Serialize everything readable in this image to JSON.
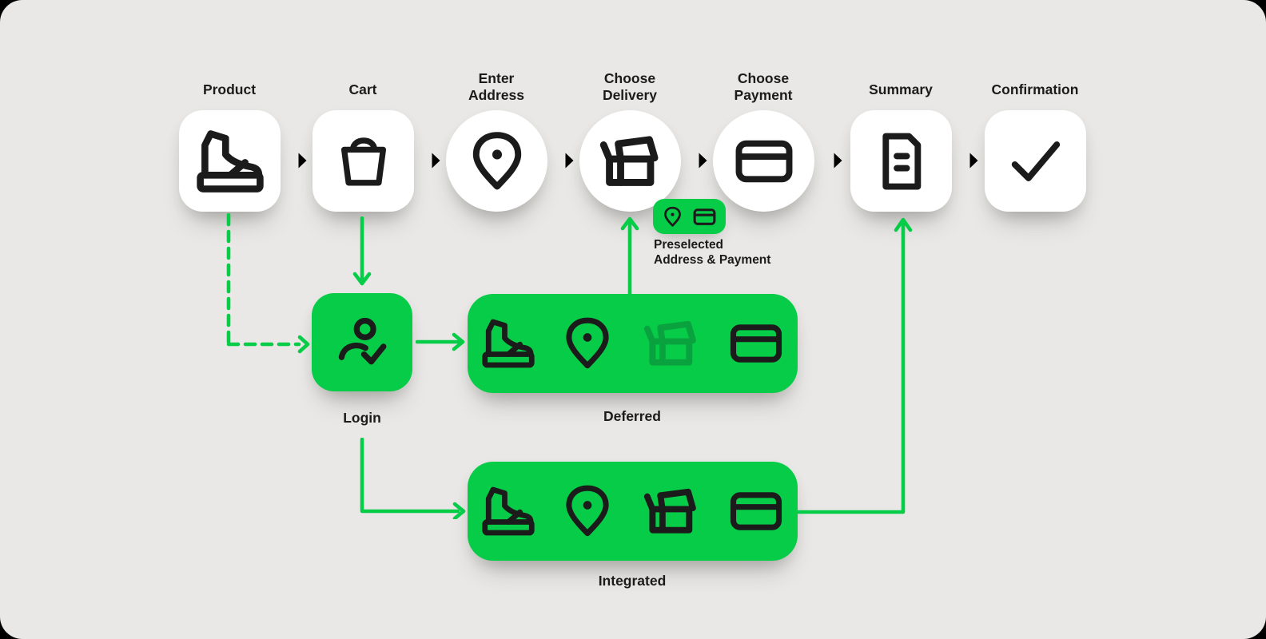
{
  "diagram_title": "checkout-flow",
  "colors": {
    "background": "#e9e8e6",
    "outside": "#000000",
    "node_background": "#ffffff",
    "green": "#07cc48",
    "green_muted_icon": "#09a23f",
    "ink": "#1b1b1b"
  },
  "flow": {
    "steps": [
      {
        "id": "product",
        "label": "Product",
        "icon": "sneaker-icon",
        "shape": "rounded-square"
      },
      {
        "id": "cart",
        "label": "Cart",
        "icon": "shopping-bag-icon",
        "shape": "rounded-square"
      },
      {
        "id": "enter-address",
        "label": "Enter Address",
        "icon": "location-pin-icon",
        "shape": "circle"
      },
      {
        "id": "choose-delivery",
        "label": "Choose Delivery",
        "icon": "open-box-icon",
        "shape": "circle"
      },
      {
        "id": "choose-payment",
        "label": "Choose Payment",
        "icon": "credit-card-icon",
        "shape": "circle"
      },
      {
        "id": "summary",
        "label": "Summary",
        "icon": "document-icon",
        "shape": "rounded-square"
      },
      {
        "id": "confirmation",
        "label": "Confirmation",
        "icon": "checkmark-icon",
        "shape": "rounded-square"
      }
    ],
    "login": {
      "label": "Login",
      "icon": "user-check-icon"
    },
    "preselected": {
      "lines": [
        "Preselected",
        "Address & Payment"
      ],
      "icons": [
        "location-pin-icon",
        "credit-card-icon"
      ]
    },
    "deferred": {
      "label": "Deferred",
      "icons": [
        "sneaker-icon",
        "location-pin-icon",
        "open-box-icon",
        "credit-card-icon"
      ],
      "muted_icon": "open-box-icon"
    },
    "integrated": {
      "label": "Integrated",
      "icons": [
        "sneaker-icon",
        "location-pin-icon",
        "open-box-icon",
        "credit-card-icon"
      ]
    },
    "edges": [
      {
        "from": "product",
        "to": "cart",
        "style": "solid",
        "color": "ink"
      },
      {
        "from": "cart",
        "to": "enter-address",
        "style": "solid",
        "color": "ink"
      },
      {
        "from": "enter-address",
        "to": "choose-delivery",
        "style": "solid",
        "color": "ink"
      },
      {
        "from": "choose-delivery",
        "to": "choose-payment",
        "style": "solid",
        "color": "ink"
      },
      {
        "from": "choose-payment",
        "to": "summary",
        "style": "solid",
        "color": "ink"
      },
      {
        "from": "summary",
        "to": "confirmation",
        "style": "solid",
        "color": "ink"
      },
      {
        "from": "product",
        "to": "login",
        "style": "dashed",
        "color": "green"
      },
      {
        "from": "cart",
        "to": "login",
        "style": "solid",
        "color": "green"
      },
      {
        "from": "login",
        "to": "deferred",
        "style": "solid",
        "color": "green"
      },
      {
        "from": "deferred",
        "to": "choose-delivery",
        "style": "solid",
        "color": "green"
      },
      {
        "from": "login",
        "to": "integrated",
        "style": "solid",
        "color": "green"
      },
      {
        "from": "integrated",
        "to": "summary",
        "style": "solid",
        "color": "green"
      }
    ]
  }
}
